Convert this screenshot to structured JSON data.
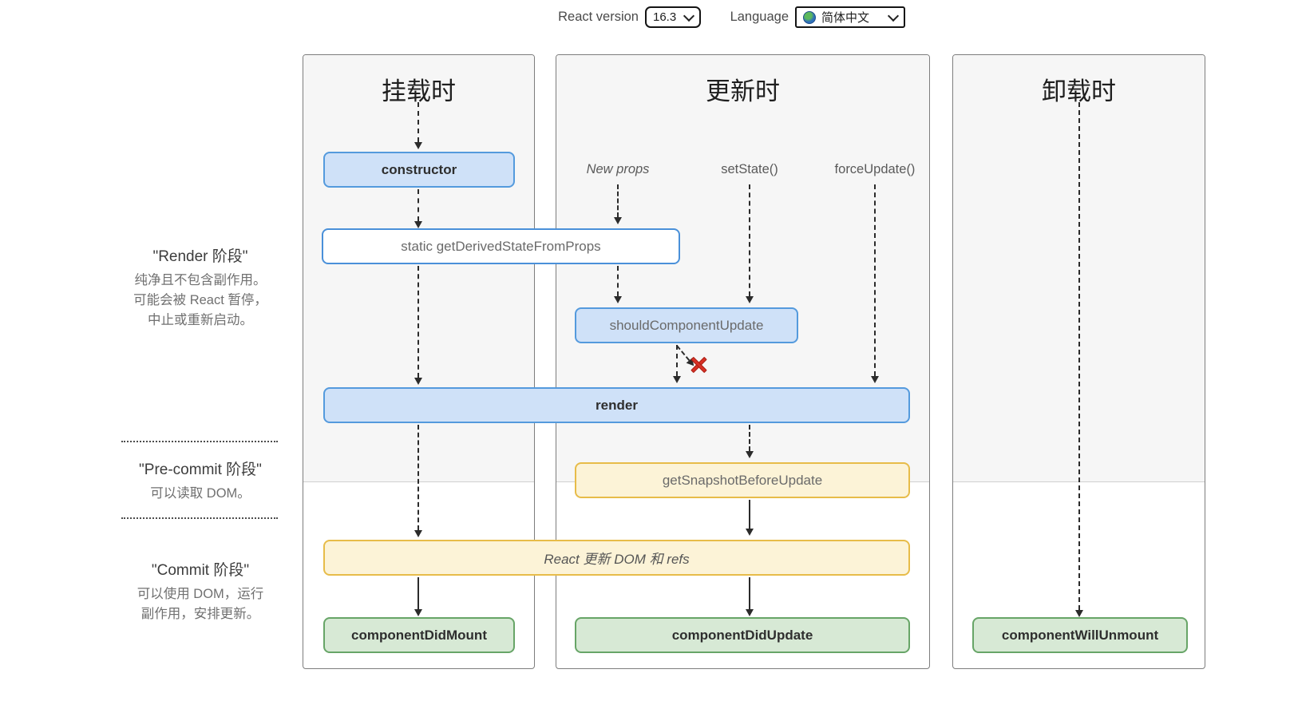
{
  "controls": {
    "react_version_label": "React version",
    "react_version_value": "16.3",
    "language_label": "Language",
    "language_value": "简体中文"
  },
  "columns": {
    "mounting": "挂载时",
    "updating": "更新时",
    "unmounting": "卸载时"
  },
  "phases": {
    "render": {
      "title": "\"Render 阶段\"",
      "line1": "纯净且不包含副作用。",
      "line2": "可能会被 React 暂停，",
      "line3": "中止或重新启动。"
    },
    "pre_commit": {
      "title": "\"Pre-commit 阶段\"",
      "line1": "可以读取 DOM。"
    },
    "commit": {
      "title": "\"Commit 阶段\"",
      "line1": "可以使用 DOM，运行",
      "line2": "副作用，安排更新。"
    }
  },
  "triggers": {
    "new_props": "New props",
    "set_state": "setState()",
    "force_update": "forceUpdate()"
  },
  "methods": {
    "constructor": "constructor",
    "get_derived_state_from_props": "static getDerivedStateFromProps",
    "should_component_update": "shouldComponentUpdate",
    "render": "render",
    "get_snapshot_before_update": "getSnapshotBeforeUpdate",
    "react_updates_dom": "React 更新 DOM 和 refs",
    "component_did_mount": "componentDidMount",
    "component_did_update": "componentDidUpdate",
    "component_will_unmount": "componentWillUnmount"
  },
  "colors": {
    "common_method_bg": "#cfe1f8",
    "common_method_border": "#549add",
    "rare_method_bg": "#ffffff",
    "pre_commit_bg": "#fcf3d7",
    "pre_commit_border": "#e7bc49",
    "commit_bg": "#d7e9d5",
    "commit_border": "#67a567",
    "halt_x": "#d93025"
  }
}
